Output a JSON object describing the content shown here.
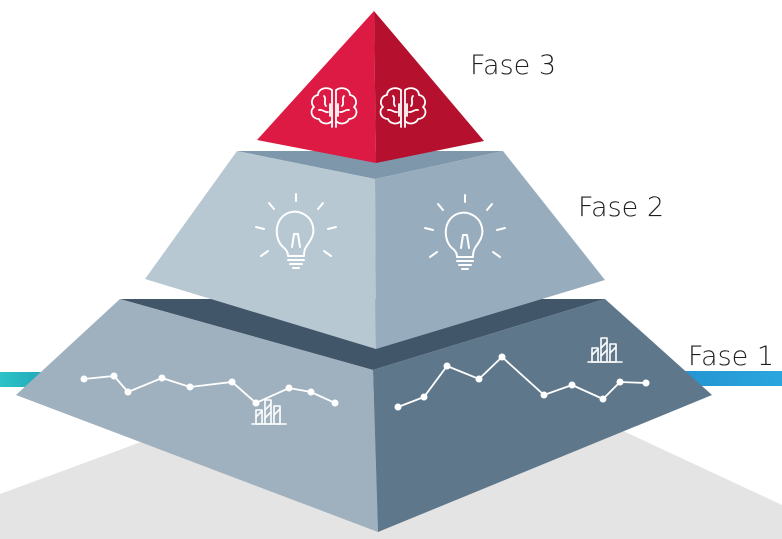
{
  "pyramid": {
    "levels": [
      {
        "label": "Fase 3",
        "icon": "brain-icon",
        "colors": {
          "left": "#dc1a44",
          "right": "#b5112f"
        }
      },
      {
        "label": "Fase 2",
        "icon": "lightbulb-icon",
        "colors": {
          "left": "#b8c8d3",
          "right": "#97adbd",
          "cap": "#7f97ab"
        }
      },
      {
        "label": "Fase 1",
        "icon": "line-chart-icon",
        "colors": {
          "left": "#9fb1bf",
          "right": "#5e778b",
          "cap": "#42566a"
        }
      }
    ],
    "accent_line_colors": {
      "left": "#1fb5bf",
      "right": "#2a9fd8"
    },
    "shadow_color": "#e4e4e4"
  }
}
